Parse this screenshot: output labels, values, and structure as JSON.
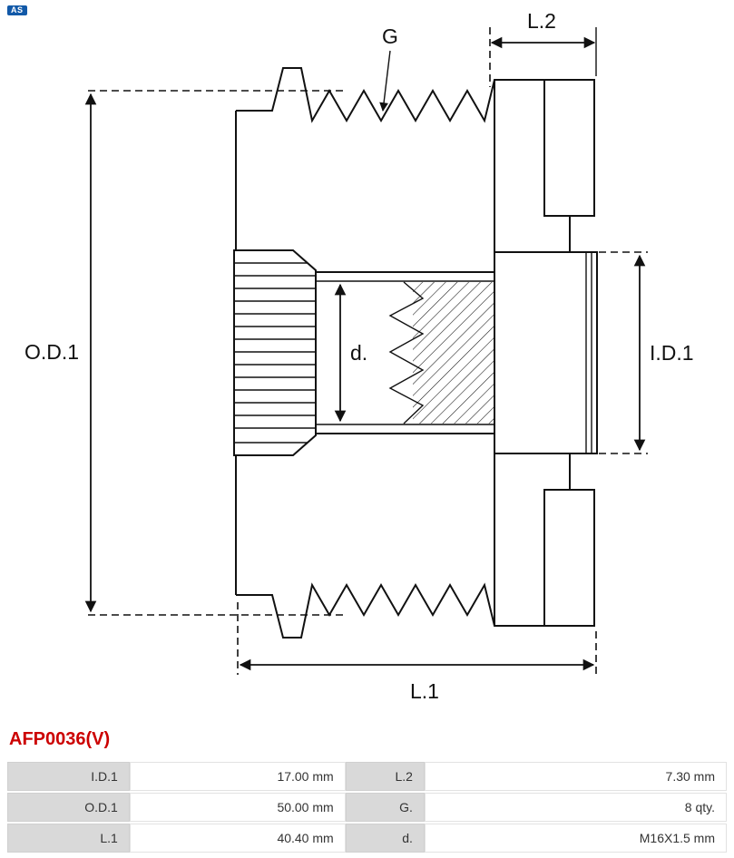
{
  "brand": {
    "logo_text": "AS"
  },
  "part": {
    "number": "AFP0036(V)"
  },
  "diagram": {
    "labels": {
      "od1": "O.D.1",
      "id1": "I.D.1",
      "l1": "L.1",
      "l2": "L.2",
      "g": "G",
      "d": "d."
    }
  },
  "spec_table": {
    "rows": [
      {
        "c0_label": "I.D.1",
        "c0_value": "17.00 mm",
        "c1_label": "L.2",
        "c1_value": "7.30 mm"
      },
      {
        "c0_label": "O.D.1",
        "c0_value": "50.00 mm",
        "c1_label": "G.",
        "c1_value": "8 qty."
      },
      {
        "c0_label": "L.1",
        "c0_value": "40.40 mm",
        "c1_label": "d.",
        "c1_value": "M16X1.5 mm"
      }
    ]
  },
  "colors": {
    "accent_red": "#cc0000",
    "line": "#111111",
    "table_label_bg": "#d9d9d9",
    "table_border": "#e2e2e2",
    "logo_blue": "#1259a8"
  }
}
